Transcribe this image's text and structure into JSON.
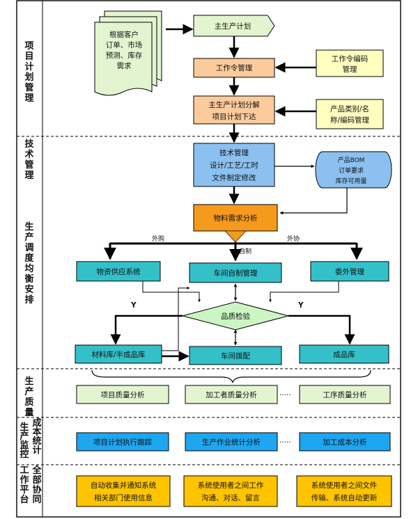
{
  "sections": {
    "project_planning": "项目计划管理",
    "technical": "技术管理",
    "production_scheduling": "生产调度均衡安排",
    "production_quality": "生产质量",
    "production_monitoring": "生产监控",
    "cost_statistics": "成本统计",
    "work_platform": "工作平台",
    "department_collaboration": "全部协同"
  },
  "nodes": {
    "source_docs": [
      "根据客户",
      "订单、市场",
      "预测、库存",
      "需求"
    ],
    "master_plan": "主生产计划",
    "work_order_mgmt": "工作令管理",
    "work_order_coding": [
      "工作令编码",
      "管理"
    ],
    "plan_breakdown": [
      "主生产计划分解",
      "项目计划下达"
    ],
    "product_category": [
      "产品类别/名",
      "称/编码管理"
    ],
    "tech_mgmt": [
      "技术管理",
      "设计/工艺/工时",
      "文件制定修改"
    ],
    "bom_store": [
      "产品BOM",
      "订单要求",
      "库存可用量"
    ],
    "material_analysis": "物料需求分析",
    "purchase_supply": "物资供应系统",
    "workshop_mgmt": "车间自制管理",
    "outsource_mgmt": "委外管理",
    "quality_check": "品质检验",
    "material_stock": "材料库/半成品库",
    "workshop_dispatch": "车间拨配",
    "finished_stock": "成品库",
    "project_quality": "项目质量分析",
    "worker_quality": "加工者质量分析",
    "process_quality": "工序质量分析",
    "plan_tracking": "项目计划执行跟踪",
    "operation_stats": "生产作业统计分析",
    "process_cost": "加工成本分析",
    "auto_notify": [
      "自动收集并通知系统",
      "相关部门使用信息"
    ],
    "user_communication": [
      "系统使用者之间工作",
      "沟通、对话、留言"
    ],
    "file_transfer": [
      "系统使用者之间文件",
      "传输、系统自动更新"
    ]
  },
  "labels": {
    "external_purchase": "外购",
    "self_made": "自制",
    "outsourced": "外协",
    "yes_left": "Y",
    "yes_right": "Y",
    "ellipsis_quality": "·····",
    "ellipsis_monitor": "·····"
  },
  "colors": {
    "green_box": "#e2f5d0",
    "orange_box": "#fbcb9c",
    "orange_main": "#f59a1c",
    "yellow_box": "#ffffc0",
    "blue_box": "#8cc0f0",
    "cyan_box": "#33c0c8",
    "diamond": "#ccf5c4",
    "blue_bright": "#1ea6f0",
    "yellow_bright": "#ffc400"
  }
}
